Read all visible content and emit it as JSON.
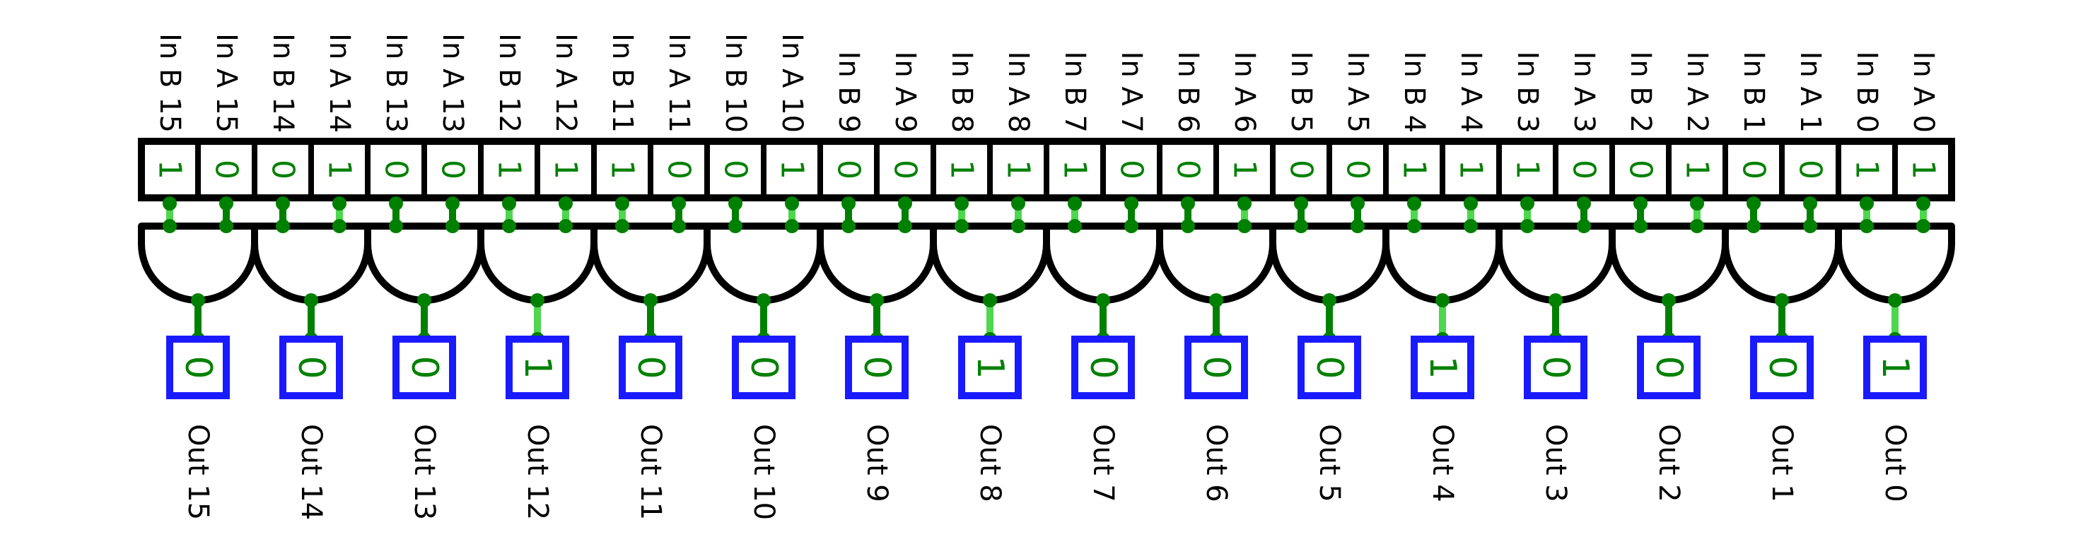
{
  "colors": {
    "background": "#ffffff",
    "outline": "#000000",
    "wire_low": "#008000",
    "wire_high": "#4fd64f",
    "output_box": "#1a1aff",
    "bit_text": "#008000"
  },
  "icons": {
    "gate": "and-gate-icon",
    "pin": "input-pin-icon",
    "probe": "output-probe-icon"
  },
  "gates": [
    {
      "in_a_label": "In A 15",
      "in_b_label": "In B 15",
      "a": "0",
      "b": "1",
      "out": "0",
      "out_label": "Out 15"
    },
    {
      "in_a_label": "In A 14",
      "in_b_label": "In B 14",
      "a": "1",
      "b": "0",
      "out": "0",
      "out_label": "Out 14"
    },
    {
      "in_a_label": "In A 13",
      "in_b_label": "In B 13",
      "a": "0",
      "b": "0",
      "out": "0",
      "out_label": "Out 13"
    },
    {
      "in_a_label": "In A 12",
      "in_b_label": "In B 12",
      "a": "1",
      "b": "1",
      "out": "1",
      "out_label": "Out 12"
    },
    {
      "in_a_label": "In A 11",
      "in_b_label": "In B 11",
      "a": "0",
      "b": "1",
      "out": "0",
      "out_label": "Out 11"
    },
    {
      "in_a_label": "In A 10",
      "in_b_label": "In B 10",
      "a": "1",
      "b": "0",
      "out": "0",
      "out_label": "Out 10"
    },
    {
      "in_a_label": "In A 9",
      "in_b_label": "In B 9",
      "a": "0",
      "b": "0",
      "out": "0",
      "out_label": "Out 9"
    },
    {
      "in_a_label": "In A 8",
      "in_b_label": "In B 8",
      "a": "1",
      "b": "1",
      "out": "1",
      "out_label": "Out 8"
    },
    {
      "in_a_label": "In A 7",
      "in_b_label": "In B 7",
      "a": "0",
      "b": "1",
      "out": "0",
      "out_label": "Out 7"
    },
    {
      "in_a_label": "In A 6",
      "in_b_label": "In B 6",
      "a": "1",
      "b": "0",
      "out": "0",
      "out_label": "Out 6"
    },
    {
      "in_a_label": "In A 5",
      "in_b_label": "In B 5",
      "a": "0",
      "b": "0",
      "out": "0",
      "out_label": "Out 5"
    },
    {
      "in_a_label": "In A 4",
      "in_b_label": "In B 4",
      "a": "1",
      "b": "1",
      "out": "1",
      "out_label": "Out 4"
    },
    {
      "in_a_label": "In A 3",
      "in_b_label": "In B 3",
      "a": "0",
      "b": "1",
      "out": "0",
      "out_label": "Out 3"
    },
    {
      "in_a_label": "In A 2",
      "in_b_label": "In B 2",
      "a": "1",
      "b": "0",
      "out": "0",
      "out_label": "Out 2"
    },
    {
      "in_a_label": "In A 1",
      "in_b_label": "In B 1",
      "a": "0",
      "b": "0",
      "out": "0",
      "out_label": "Out 1"
    },
    {
      "in_a_label": "In A 0",
      "in_b_label": "In B 0",
      "a": "1",
      "b": "1",
      "out": "1",
      "out_label": "Out 0"
    }
  ]
}
